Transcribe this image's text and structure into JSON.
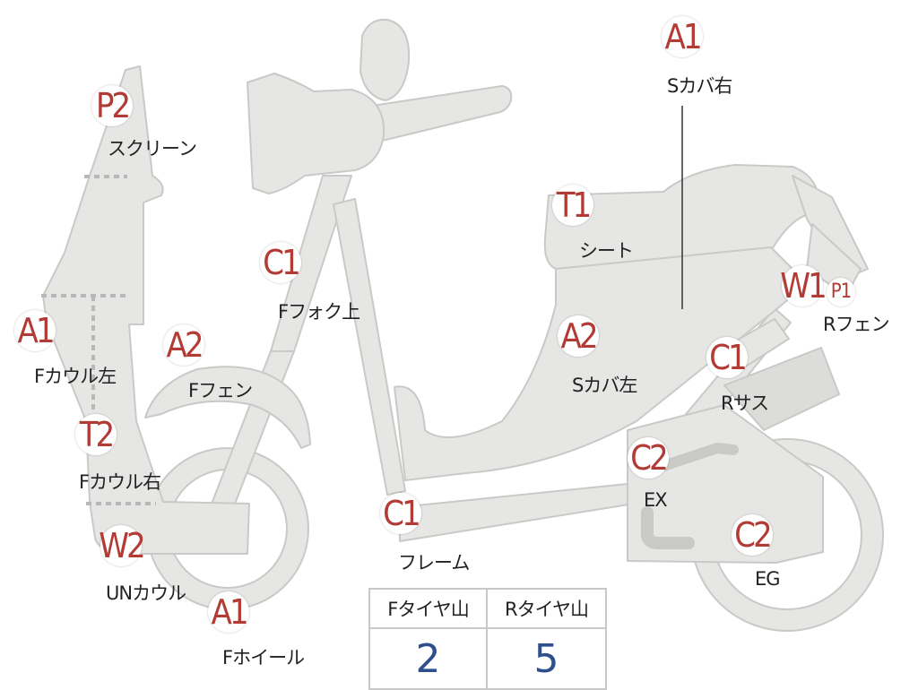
{
  "colors": {
    "part_fill": "#e6e6e5",
    "part_stroke": "#c9c9c7",
    "badge_text": "#b23c35",
    "value_text": "#2d4f8e",
    "dotted": "#b8b8b8"
  },
  "parts": [
    {
      "id": "screen",
      "code": "P2",
      "label": "スクリーン"
    },
    {
      "id": "f-cowl-left",
      "code": "A1",
      "label": "Fカウル左"
    },
    {
      "id": "f-cowl-right",
      "code": "T2",
      "label": "Fカウル右"
    },
    {
      "id": "un-cowl",
      "code": "W2",
      "label": "UNカウル"
    },
    {
      "id": "f-fender",
      "code": "A2",
      "label": "Fフェン"
    },
    {
      "id": "f-fork-upper",
      "code": "C1",
      "label": "Fフォク上"
    },
    {
      "id": "f-wheel",
      "code": "A1",
      "label": "Fホイール"
    },
    {
      "id": "frame",
      "code": "C1",
      "label": "フレーム"
    },
    {
      "id": "seat",
      "code": "T1",
      "label": "シート"
    },
    {
      "id": "s-cover-right",
      "code": "A1",
      "label": "Sカバ右"
    },
    {
      "id": "s-cover-left",
      "code": "A2",
      "label": "Sカバ左"
    },
    {
      "id": "r-fender",
      "code": "W1",
      "code2": "P1",
      "label": "Rフェン"
    },
    {
      "id": "r-suspension",
      "code": "C1",
      "label": "Rサス"
    },
    {
      "id": "exhaust",
      "code": "C2",
      "label": "EX"
    },
    {
      "id": "engine",
      "code": "C2",
      "label": "EG"
    }
  ],
  "tire_table": {
    "headers": [
      "Fタイヤ山",
      "Rタイヤ山"
    ],
    "values": [
      "2",
      "5"
    ]
  }
}
